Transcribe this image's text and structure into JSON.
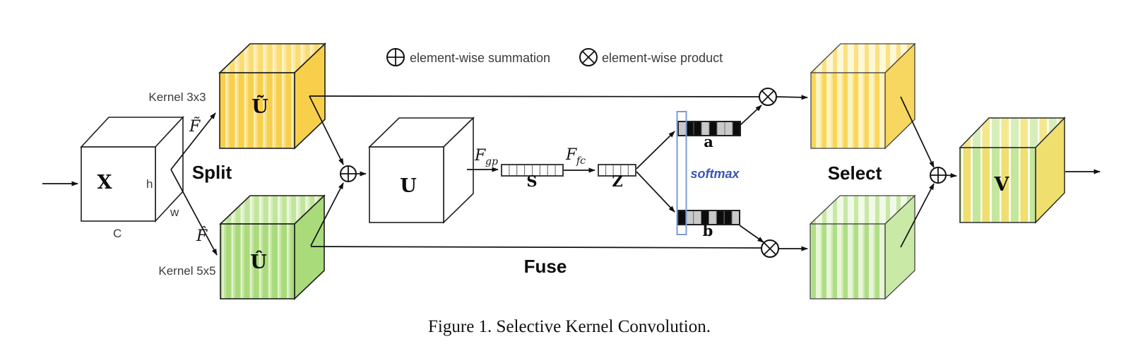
{
  "figure_caption": "Figure 1. Selective Kernel Convolution.",
  "legend": {
    "summation": "element-wise summation",
    "product": "element-wise product"
  },
  "stages": {
    "split": "Split",
    "fuse": "Fuse",
    "select": "Select"
  },
  "kernels": {
    "top": "Kernel 3x3",
    "bottom": "Kernel 5x5"
  },
  "tensors": {
    "input": "X",
    "u_tilde": "Ũ",
    "u_hat": "Û",
    "fused": "U",
    "s": "S",
    "z": "Z",
    "a": "a",
    "b": "b",
    "output": "V"
  },
  "dims": {
    "height": "h",
    "width": "w",
    "channels": "C"
  },
  "ops": {
    "transform_tilde": "F̃",
    "transform_hat": "F̂",
    "gp_base": "F",
    "gp_sub": "gp",
    "fc_base": "F",
    "fc_sub": "fc",
    "softmax": "softmax"
  },
  "vector_cells": {
    "s": [
      "w",
      "w",
      "w",
      "w",
      "w",
      "w",
      "w",
      "w"
    ],
    "z": [
      "w",
      "w",
      "w",
      "w",
      "w"
    ],
    "a": [
      "g",
      "k",
      "k",
      "g",
      "k",
      "g",
      "g",
      "k"
    ],
    "b": [
      "k",
      "g",
      "g",
      "k",
      "g",
      "k",
      "k",
      "g"
    ]
  },
  "colors": {
    "yellow": "#F8CF4A",
    "green": "#A9DB7B",
    "softmax_text": "#3A55B8",
    "softmax_box": "#7B9BD9",
    "cell_black": "#0C0C0C",
    "cell_gray": "#C9C9C9",
    "cell_white": "#FFFFFF"
  }
}
